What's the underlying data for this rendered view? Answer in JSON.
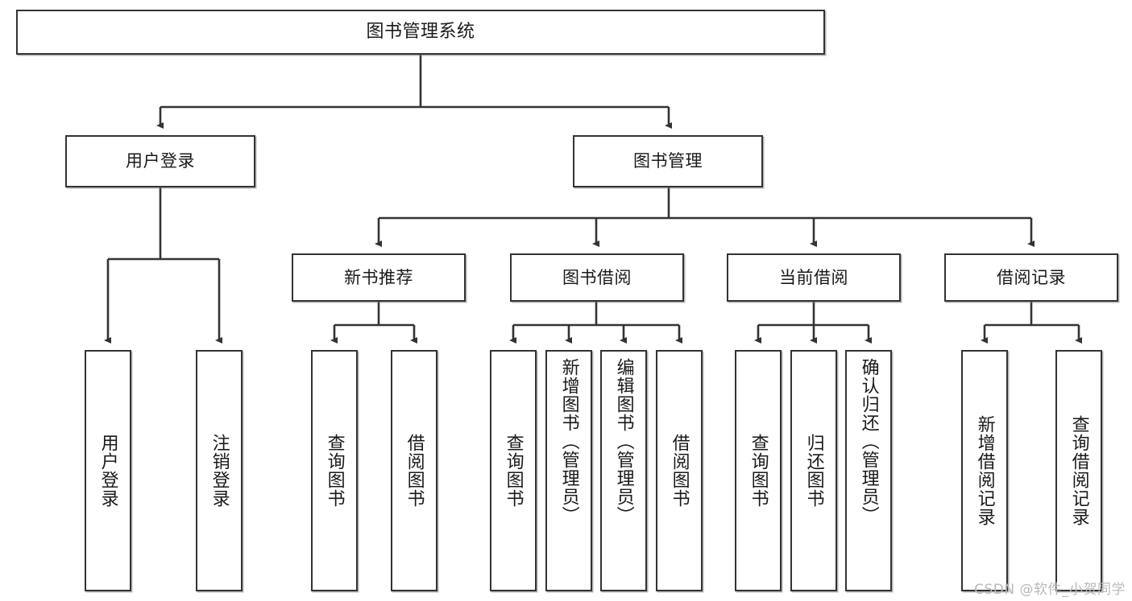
{
  "diagram": {
    "title": "图书管理系统",
    "type": "tree-hierarchy-chart",
    "colors": {
      "box_border": "#333333",
      "box_fill": "#ffffff",
      "edge": "#333333",
      "text": "#1a1a1a",
      "watermark": "#b9b9b9",
      "background": "#ffffff"
    },
    "root": {
      "label": "图书管理系统"
    },
    "level2": [
      {
        "label": "用户登录"
      },
      {
        "label": "图书管理"
      }
    ],
    "level3": [
      {
        "label": "新书推荐"
      },
      {
        "label": "图书借阅"
      },
      {
        "label": "当前借阅"
      },
      {
        "label": "借阅记录"
      }
    ],
    "leaves": {
      "user_login": [
        {
          "label": "用户登录"
        },
        {
          "label": "注销登录"
        }
      ],
      "new_book_recommend": [
        {
          "label": "查询图书"
        },
        {
          "label": "借阅图书"
        }
      ],
      "book_borrow": [
        {
          "label": "查询图书"
        },
        {
          "label": "新增图书（管理员）"
        },
        {
          "label": "编辑图书（管理员）"
        },
        {
          "label": "借阅图书"
        }
      ],
      "current_borrow": [
        {
          "label": "查询图书"
        },
        {
          "label": "归还图书"
        },
        {
          "label": "确认归还（管理员）"
        }
      ],
      "borrow_record": [
        {
          "label": "新增借阅记录"
        },
        {
          "label": "查询借阅记录"
        }
      ]
    }
  },
  "watermark": {
    "text": "CSDN @软件_小贺同学"
  }
}
